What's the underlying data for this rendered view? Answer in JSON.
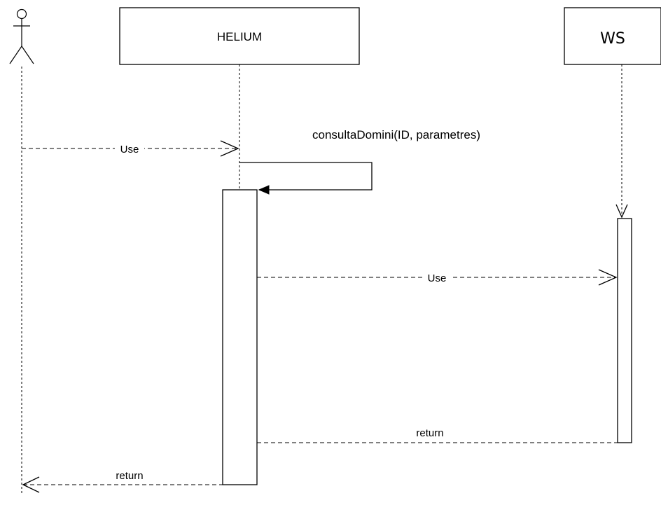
{
  "participants": {
    "helium": {
      "label": "HELIUM"
    },
    "ws": {
      "label": "WS"
    }
  },
  "messages": {
    "use_actor_helium": "Use",
    "consulta_domini": "consultaDomini(ID, parametres)",
    "use_helium_ws": "Use",
    "return_ws_helium": "return",
    "return_helium_actor": "return"
  }
}
